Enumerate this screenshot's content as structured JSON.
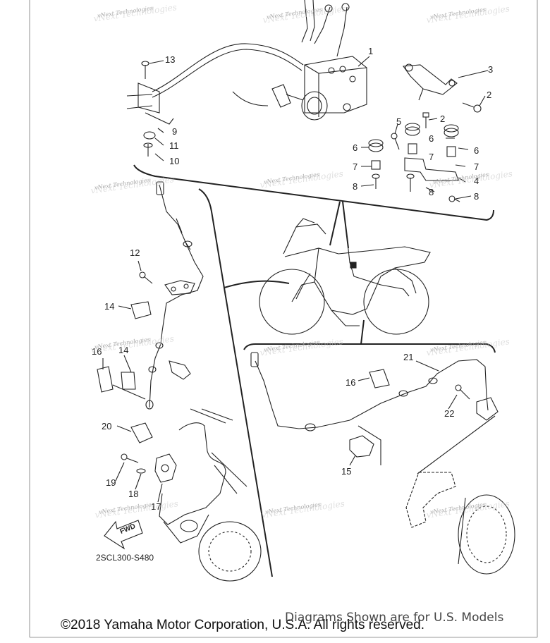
{
  "callouts": {
    "c1": "1",
    "c2a": "2",
    "c2b": "2",
    "c3": "3",
    "c4": "4",
    "c5": "5",
    "c6a": "6",
    "c6b": "6",
    "c6c": "6",
    "c7a": "7",
    "c7b": "7",
    "c7c": "7",
    "c8a": "8",
    "c8b": "8",
    "c8c": "8",
    "c9": "9",
    "c10": "10",
    "c11": "11",
    "c12": "12",
    "c13": "13",
    "c14a": "14",
    "c14b": "14",
    "c15": "15",
    "c16a": "16",
    "c16b": "16",
    "c17": "17",
    "c18": "18",
    "c19": "19",
    "c20": "20",
    "c21": "21",
    "c22": "22"
  },
  "watermark": {
    "line1": "vNext Technologies",
    "line2": "vNext Technologies"
  },
  "diagram_code": "2SCL300-S480",
  "fwd_label": "FWD",
  "copyright": "©2018 Yamaha Motor Corporation, U.S.A. All rights reserved.",
  "us_note": "Diagrams Shown are for U.S. Models",
  "colors": {
    "line": "#222222",
    "frame": "#9a9a9a",
    "watermark": "#8a8a8a"
  }
}
